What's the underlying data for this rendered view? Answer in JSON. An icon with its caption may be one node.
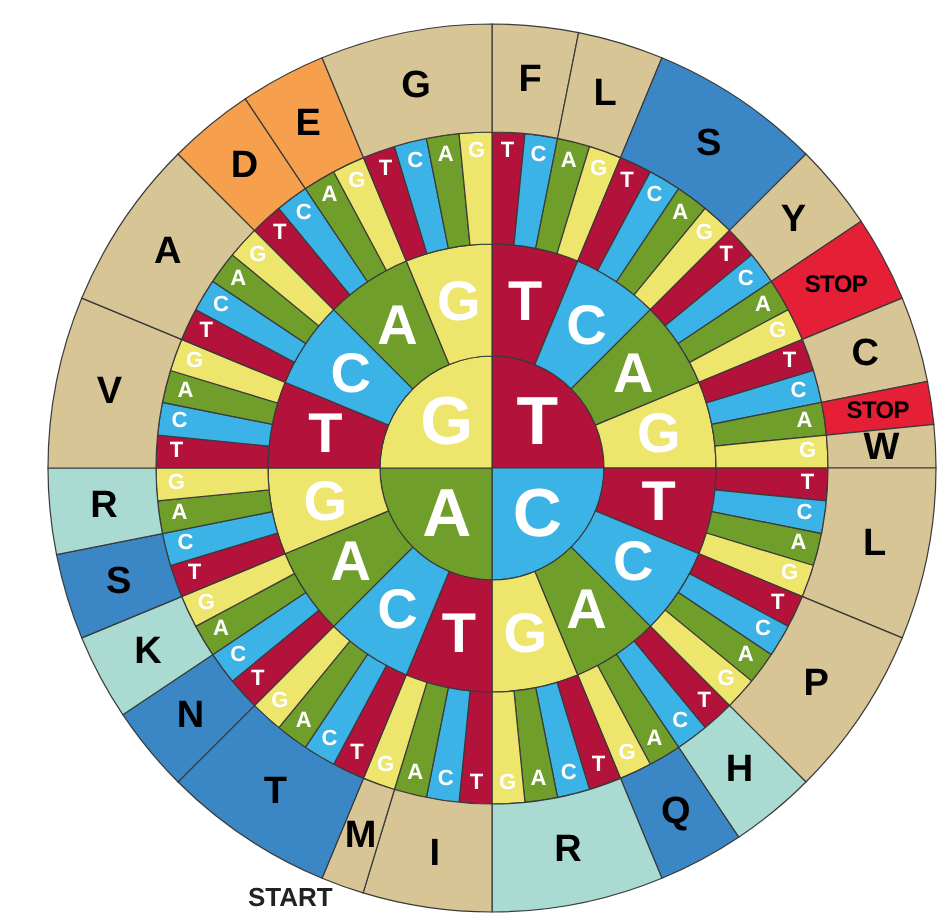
{
  "diagram": {
    "nodes": [
      {
        "text": [
          "T"
        ]
      },
      {
        "text": [
          "C"
        ]
      },
      {
        "text": [
          "A"
        ]
      },
      {
        "text": [
          "G"
        ]
      },
      {
        "text": [
          "T"
        ]
      },
      {
        "text": [
          "C"
        ]
      },
      {
        "text": [
          "A"
        ]
      },
      {
        "text": [
          "G"
        ]
      },
      {
        "text": [
          "T"
        ]
      },
      {
        "text": [
          "C"
        ]
      },
      {
        "text": [
          "A"
        ]
      },
      {
        "text": [
          "G"
        ]
      },
      {
        "text": [
          "T"
        ]
      },
      {
        "text": [
          "C"
        ]
      },
      {
        "text": [
          "A"
        ]
      },
      {
        "text": [
          "G"
        ]
      },
      {
        "text": [
          "T"
        ]
      },
      {
        "text": [
          "C"
        ]
      },
      {
        "text": [
          "A"
        ]
      },
      {
        "text": [
          "G"
        ]
      },
      {
        "text": [
          "T"
        ]
      },
      {
        "text": [
          "C"
        ]
      },
      {
        "text": [
          "A"
        ]
      },
      {
        "text": [
          "G"
        ]
      },
      {
        "text": [
          "T"
        ]
      },
      {
        "text": [
          "C"
        ]
      },
      {
        "text": [
          "A"
        ]
      },
      {
        "text": [
          "G"
        ]
      },
      {
        "text": [
          "T"
        ]
      },
      {
        "text": [
          "C"
        ]
      },
      {
        "text": [
          "A"
        ]
      },
      {
        "text": [
          "G"
        ]
      },
      {
        "text": [
          "T"
        ]
      },
      {
        "text": [
          "C"
        ]
      },
      {
        "text": [
          "A"
        ]
      },
      {
        "text": [
          "G"
        ]
      },
      {
        "text": [
          "T"
        ]
      },
      {
        "text": [
          "C"
        ]
      },
      {
        "text": [
          "A"
        ]
      },
      {
        "text": [
          "G"
        ]
      },
      {
        "text": [
          "T"
        ]
      },
      {
        "text": [
          "C"
        ]
      },
      {
        "text": [
          "A"
        ]
      },
      {
        "text": [
          "G"
        ]
      },
      {
        "text": [
          "T"
        ]
      },
      {
        "text": [
          "C"
        ]
      },
      {
        "text": [
          "A"
        ]
      },
      {
        "text": [
          "G"
        ]
      },
      {
        "text": [
          "T"
        ]
      },
      {
        "text": [
          "C"
        ]
      },
      {
        "text": [
          "A"
        ]
      },
      {
        "text": [
          "G"
        ]
      },
      {
        "text": [
          "T"
        ]
      },
      {
        "text": [
          "C"
        ]
      },
      {
        "text": [
          "A"
        ]
      },
      {
        "text": [
          "G"
        ]
      },
      {
        "text": [
          "T"
        ]
      },
      {
        "text": [
          "C"
        ]
      },
      {
        "text": [
          "A"
        ]
      },
      {
        "text": [
          "G"
        ]
      },
      {
        "text": [
          "T"
        ]
      },
      {
        "text": [
          "C"
        ]
      },
      {
        "text": [
          "A"
        ]
      },
      {
        "text": [
          "G"
        ]
      },
      {
        "text": [
          "T"
        ]
      },
      {
        "text": [
          "C"
        ]
      },
      {
        "text": [
          "A"
        ]
      },
      {
        "text": [
          "G"
        ]
      },
      {
        "text": [
          "T"
        ]
      },
      {
        "text": [
          "C"
        ]
      },
      {
        "text": [
          "A"
        ]
      },
      {
        "text": [
          "G"
        ]
      },
      {
        "text": [
          "T"
        ]
      },
      {
        "text": [
          "C"
        ]
      },
      {
        "text": [
          "A"
        ]
      },
      {
        "text": [
          "G"
        ]
      },
      {
        "text": [
          "T"
        ]
      },
      {
        "text": [
          "C"
        ]
      },
      {
        "text": [
          "A"
        ]
      },
      {
        "text": [
          "G"
        ]
      },
      {
        "text": [
          "T"
        ]
      },
      {
        "text": [
          "C"
        ]
      },
      {
        "text": [
          "A"
        ]
      },
      {
        "text": [
          "G"
        ]
      },
      {
        "text": [
          "F"
        ]
      },
      {
        "text": [
          "L"
        ]
      },
      {
        "text": [
          "S"
        ]
      },
      {
        "text": [
          "Y"
        ]
      },
      {
        "text": [
          "STOP"
        ]
      },
      {
        "text": [
          "C"
        ]
      },
      {
        "text": [
          "STOP"
        ]
      },
      {
        "text": [
          "W"
        ]
      },
      {
        "text": [
          "L"
        ]
      },
      {
        "text": [
          "P"
        ]
      },
      {
        "text": [
          "H"
        ]
      },
      {
        "text": [
          "Q"
        ]
      },
      {
        "text": [
          "R"
        ]
      },
      {
        "text": [
          "I"
        ]
      },
      {
        "text": [
          "M"
        ]
      },
      {
        "text": [
          "T"
        ]
      },
      {
        "text": [
          "N"
        ]
      },
      {
        "text": [
          "K"
        ]
      },
      {
        "text": [
          "S"
        ]
      },
      {
        "text": [
          "R"
        ]
      },
      {
        "text": [
          "V"
        ]
      },
      {
        "text": [
          "A"
        ]
      },
      {
        "text": [
          "D"
        ]
      },
      {
        "text": [
          "E"
        ]
      },
      {
        "text": [
          "G"
        ]
      }
    ],
    "labels": [
      "START"
    ]
  }
}
